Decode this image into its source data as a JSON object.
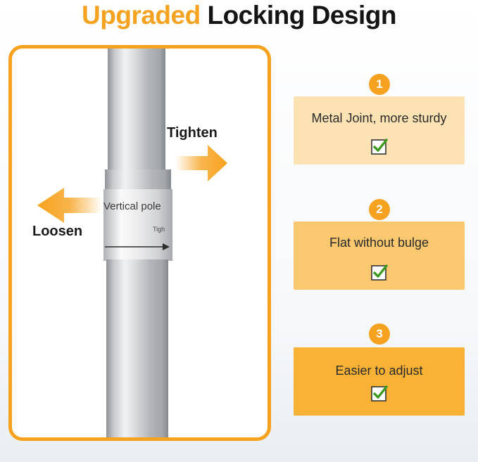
{
  "header": {
    "title_accent": "Upgraded",
    "title_rest": "Locking Design"
  },
  "pole": {
    "label_text": "Vertical pole",
    "tick_text": "Tigh"
  },
  "arrows": {
    "tighten_label": "Tighten",
    "loosen_label": "Loosen"
  },
  "steps": [
    {
      "number": "1",
      "text": "Metal Joint, more sturdy",
      "checked": true
    },
    {
      "number": "2",
      "text": "Flat without bulge",
      "checked": true
    },
    {
      "number": "3",
      "text": "Easier to adjust",
      "checked": true
    }
  ],
  "colors": {
    "accent": "#f5a221",
    "card_1": "#fde2b4",
    "card_2": "#fbc870",
    "card_3": "#f9b236",
    "check_green": "#3c9a1e"
  }
}
